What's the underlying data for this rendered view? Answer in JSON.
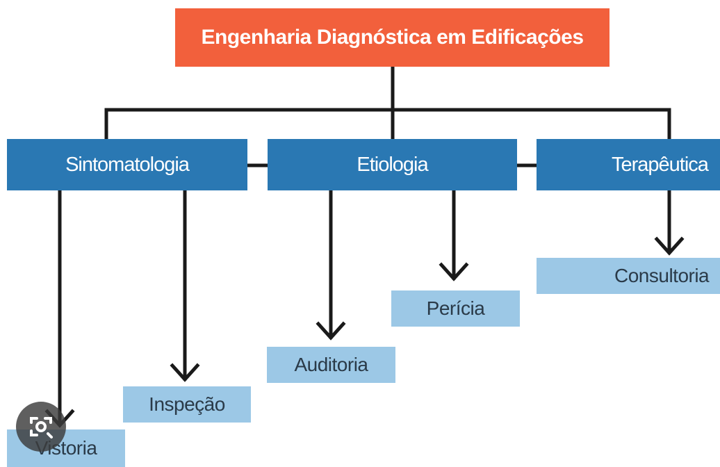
{
  "root": {
    "label": "Engenharia Diagnóstica em Edificações"
  },
  "categories": [
    {
      "label": "Sintomatologia"
    },
    {
      "label": "Etiologia"
    },
    {
      "label": "Terapêutica"
    }
  ],
  "leaves": [
    {
      "label": "Vistoria",
      "parent": "Sintomatologia"
    },
    {
      "label": "Inspeção",
      "parent": "Sintomatologia"
    },
    {
      "label": "Auditoria",
      "parent": "Etiologia"
    },
    {
      "label": "Perícia",
      "parent": "Etiologia"
    },
    {
      "label": "Consultoria",
      "parent": "Terapêutica"
    }
  ],
  "overlay": {
    "icon": "visual-search-lens-icon"
  },
  "colors": {
    "root": "#f2603c",
    "category": "#2a78b3",
    "leaf": "#9cc8e6",
    "connector": "#1a1a1a"
  }
}
